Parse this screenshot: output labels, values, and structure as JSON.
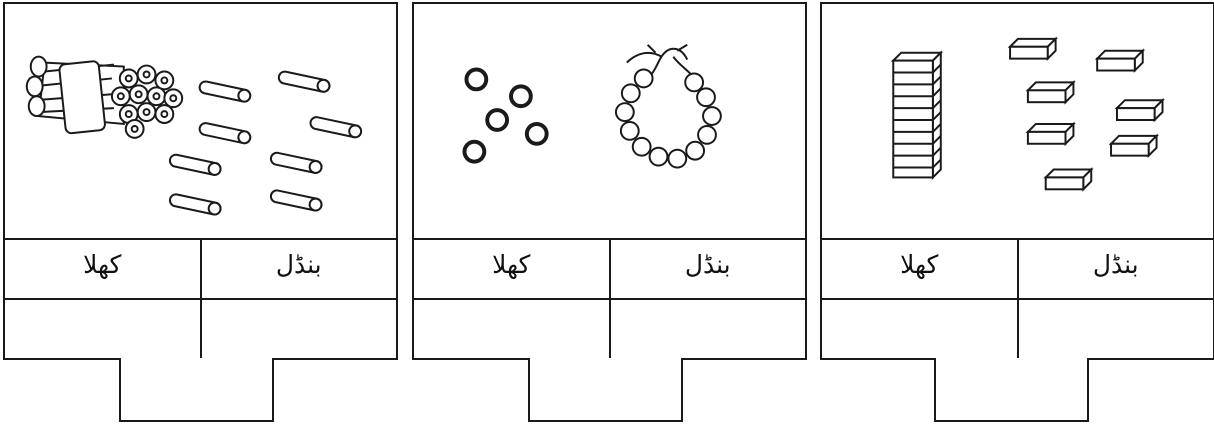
{
  "cards": [
    {
      "picture": "sticks-bundle-and-loose-sticks",
      "labels": {
        "loose": "کھلا",
        "bundle": "بنڈل"
      }
    },
    {
      "picture": "beads-loose-and-necklace",
      "labels": {
        "loose": "کھلا",
        "bundle": "بنڈل"
      }
    },
    {
      "picture": "blocks-stack-and-loose-blocks",
      "labels": {
        "loose": "کھلا",
        "bundle": "بنڈل"
      }
    }
  ]
}
